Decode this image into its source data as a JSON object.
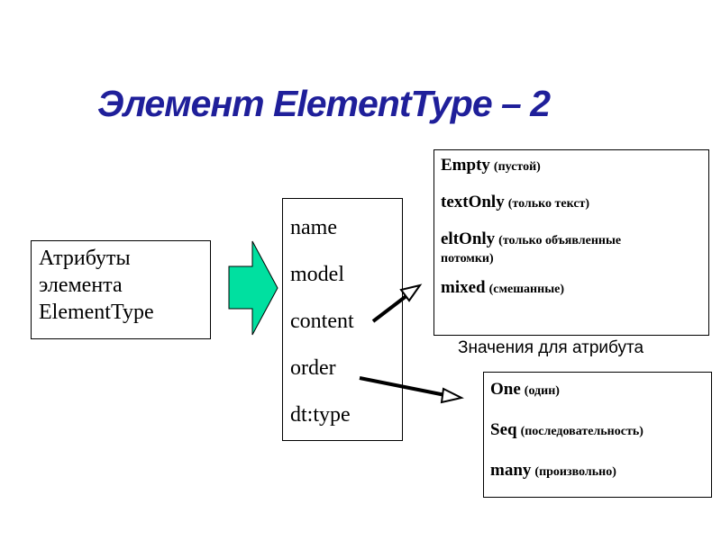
{
  "title": "Элемент ElementType – 2",
  "attributes_box": {
    "lines": [
      "Атрибуты",
      "элемента",
      "ElementType"
    ]
  },
  "properties": [
    "name",
    "model",
    "content",
    "order",
    "dt:type"
  ],
  "content_values": [
    {
      "keyword": "Empty",
      "desc": "(пустой)"
    },
    {
      "keyword": "textOnly",
      "desc": "(только текст)"
    },
    {
      "keyword": "eltOnly",
      "desc": "(только объявленные",
      "desc2": "потомки)"
    },
    {
      "keyword": "mixed",
      "desc": "(смешанные)"
    }
  ],
  "caption": "Значения для атрибута",
  "order_values": [
    {
      "keyword": "One",
      "desc": "(один)"
    },
    {
      "keyword": "Seq",
      "desc": "(последовательность)"
    },
    {
      "keyword": "many",
      "desc": "(произвольно)"
    }
  ],
  "colors": {
    "title": "#1f1f9a",
    "big_arrow_fill": "#00e0a0",
    "connector": "#000000"
  },
  "icons": {
    "big_arrow": "right-arrow-icon",
    "connector_arrow": "arrow-icon"
  }
}
